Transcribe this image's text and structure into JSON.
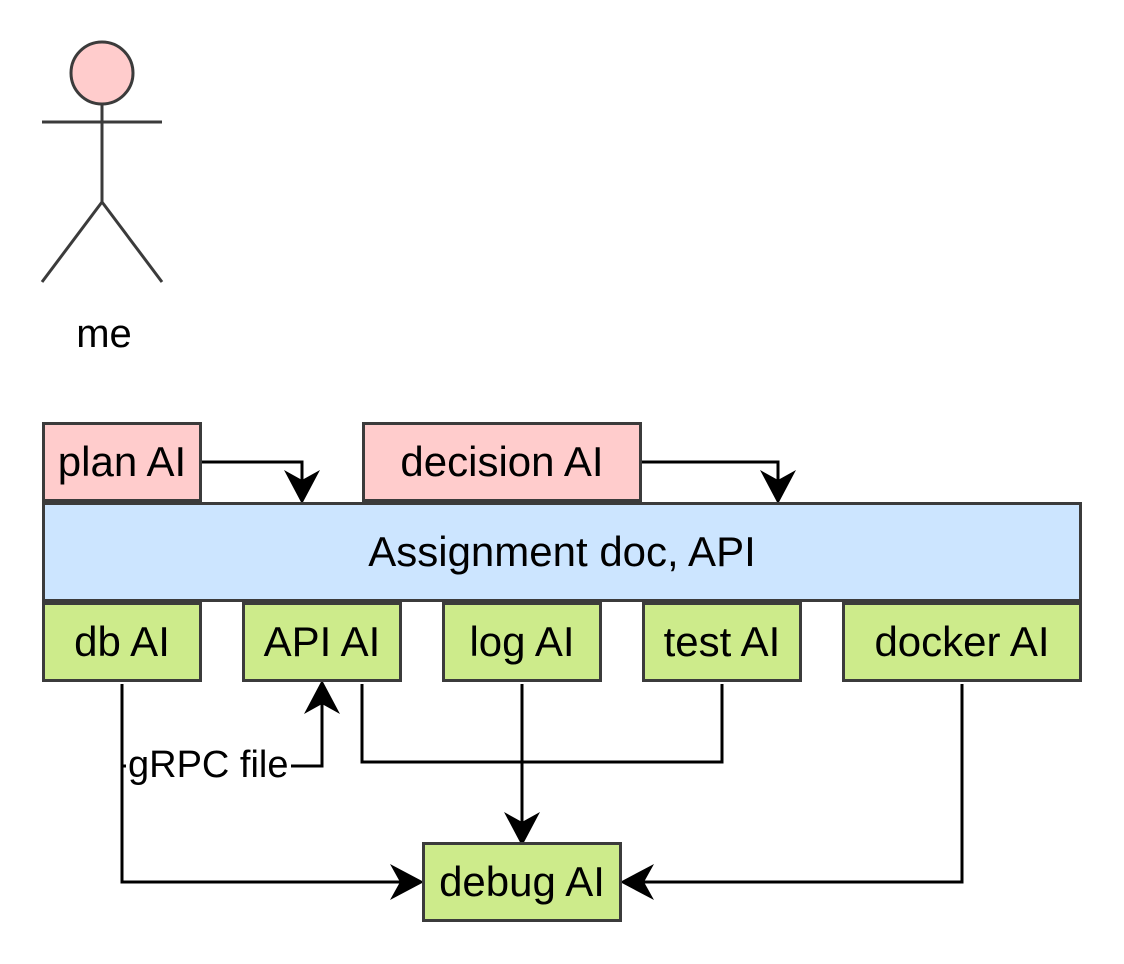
{
  "actor": {
    "label": "me"
  },
  "nodes": {
    "plan": "plan AI",
    "decision": "decision AI",
    "assignment": "Assignment doc, API",
    "db": "db AI",
    "api": "API AI",
    "log": "log AI",
    "test": "test AI",
    "docker": "docker AI",
    "debug": "debug AI"
  },
  "edges": {
    "grpc_label": "gRPC file"
  },
  "colors": {
    "pink": "#ffcccc",
    "blue": "#cce5ff",
    "green": "#cdeb8b",
    "stroke": "#3b3b3b"
  }
}
